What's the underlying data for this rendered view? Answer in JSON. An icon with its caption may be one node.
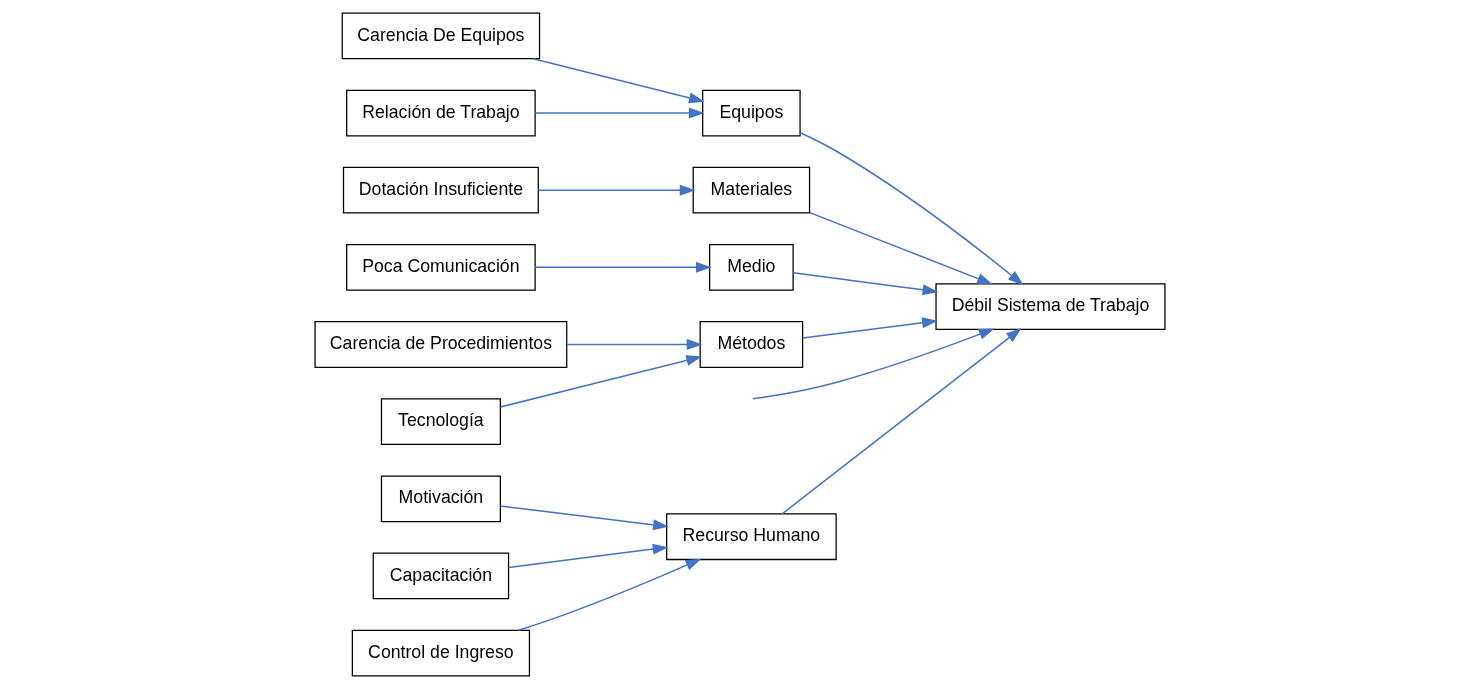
{
  "diagram": {
    "nodes": [
      {
        "text": [
          "Recurso Humano"
        ]
      },
      {
        "text": [
          "Equipos"
        ]
      },
      {
        "text": [
          "Materiales"
        ]
      },
      {
        "text": [
          "Motivación"
        ]
      },
      {
        "text": [
          "Carencia De Equipos"
        ]
      },
      {
        "text": [
          "Dotación Insuficiente"
        ]
      },
      {
        "text": [
          "Capacitación"
        ]
      },
      {
        "text": [
          "Control de Ingreso"
        ]
      },
      {
        "text": [
          "Relación de Trabajo"
        ]
      },
      {
        "text": [
          "Débil Sistema de Trabajo"
        ]
      },
      {
        "text": [
          "Carencia de Procedimientos"
        ]
      },
      {
        "text": [
          "Poca Comunicación"
        ]
      },
      {
        "text": [
          "Tecnología"
        ]
      },
      {
        "text": [
          "Medio"
        ]
      },
      {
        "text": [
          "Métodos"
        ]
      }
    ],
    "edges": [
      {
        "from": null,
        "to": 9,
        "arrow": "to"
      },
      {
        "from": 0,
        "to": 9,
        "arrow": "to"
      },
      {
        "from": 1,
        "to": 9,
        "arrow": "to"
      },
      {
        "from": 2,
        "to": 9,
        "arrow": "to"
      },
      {
        "from": 13,
        "to": 9,
        "arrow": "to"
      },
      {
        "from": 14,
        "to": 9,
        "arrow": "to"
      },
      {
        "from": 3,
        "to": 0,
        "arrow": "to"
      },
      {
        "from": 6,
        "to": 0,
        "arrow": "to"
      },
      {
        "from": 7,
        "to": 0,
        "arrow": "to"
      },
      {
        "from": 4,
        "to": 1,
        "arrow": "to"
      },
      {
        "from": 8,
        "to": 1,
        "arrow": "to"
      },
      {
        "from": 5,
        "to": 2,
        "arrow": "to"
      },
      {
        "from": 11,
        "to": 13,
        "arrow": "to"
      },
      {
        "from": 10,
        "to": 14,
        "arrow": "to"
      },
      {
        "from": 12,
        "to": 14,
        "arrow": "to"
      }
    ]
  }
}
